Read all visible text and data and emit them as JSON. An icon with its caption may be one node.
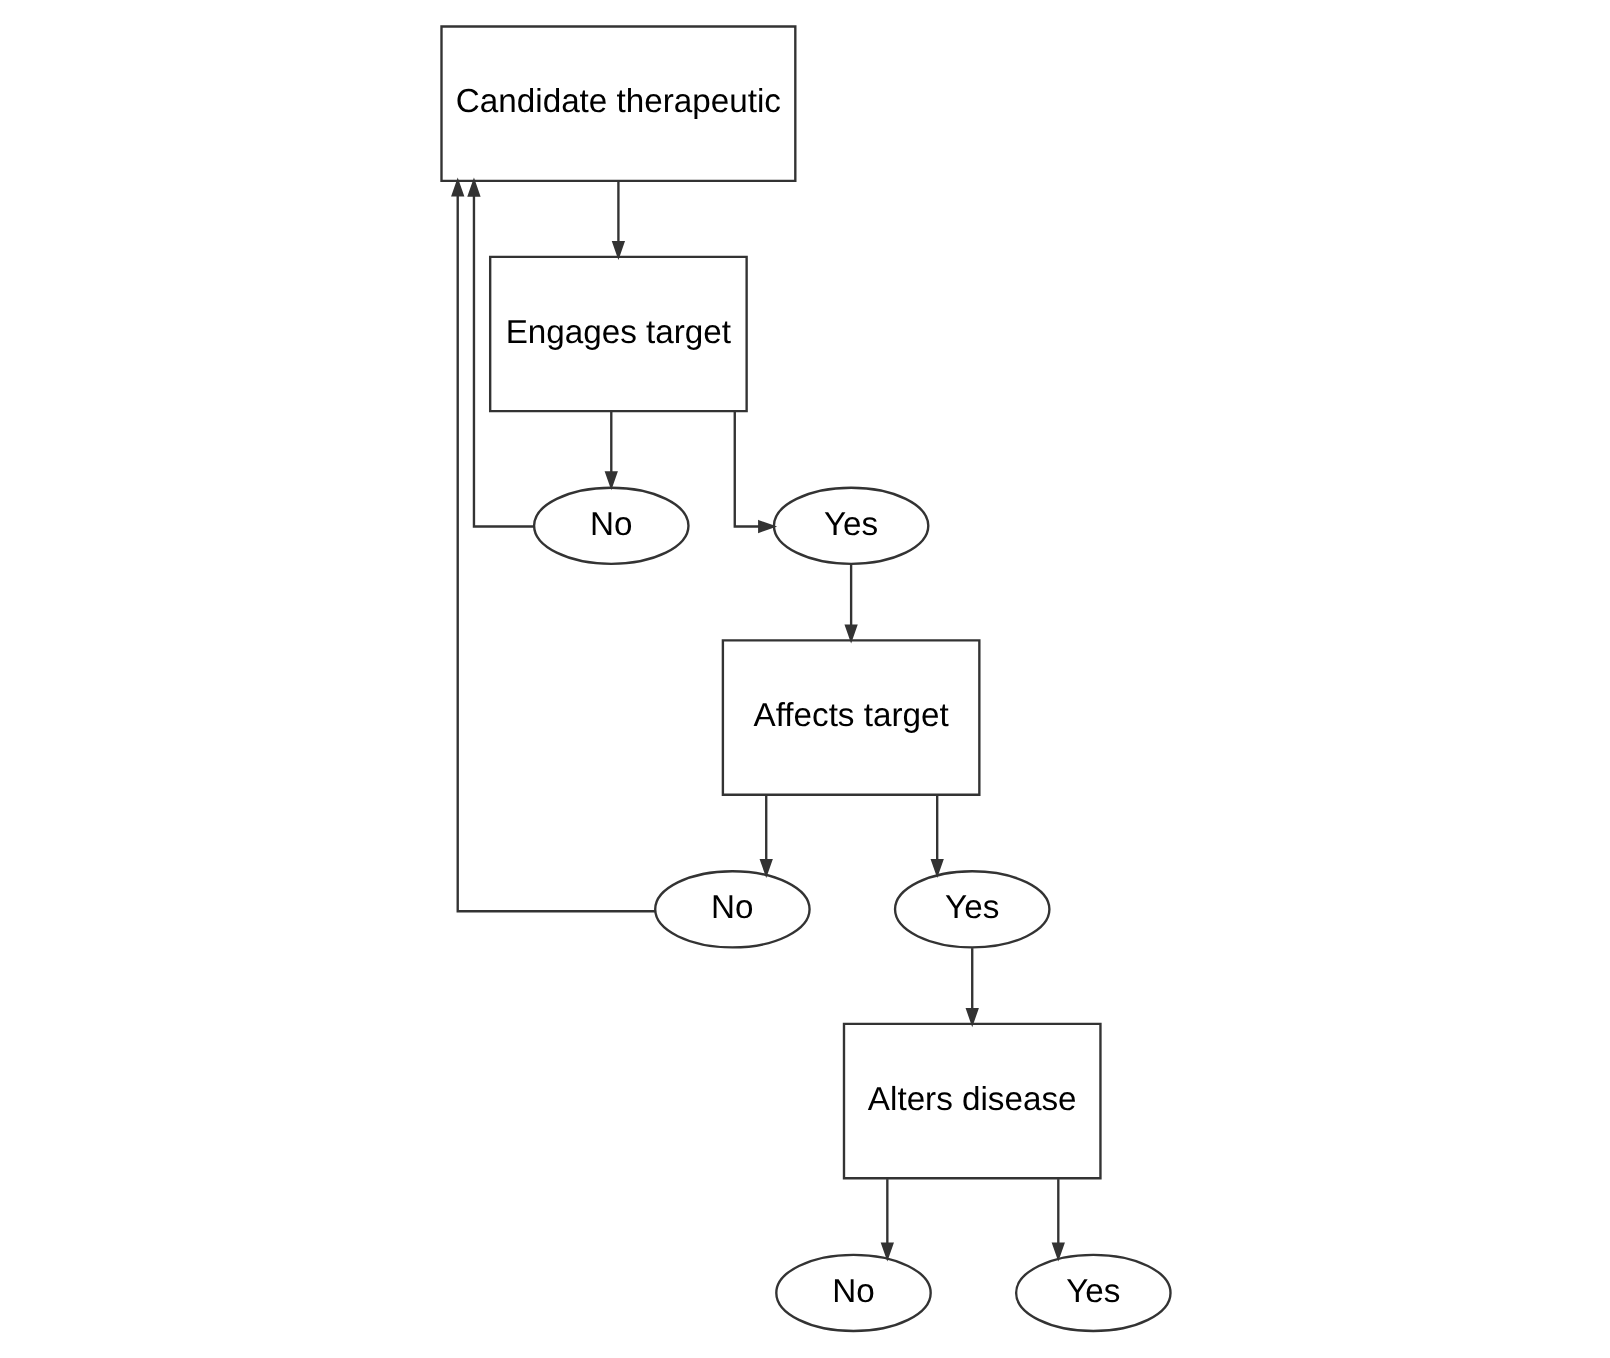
{
  "diagram": {
    "nodes": [
      {
        "text": [
          "Candidate therapeutic"
        ]
      },
      {
        "text": [
          "No"
        ]
      },
      {
        "text": [
          "Engages target"
        ]
      },
      {
        "text": [
          "Yes"
        ]
      },
      {
        "text": [
          "No"
        ]
      },
      {
        "text": [
          "Affects target"
        ]
      },
      {
        "text": [
          "Yes"
        ]
      },
      {
        "text": [
          "No"
        ]
      },
      {
        "text": [
          "Alters disease"
        ]
      },
      {
        "text": [
          "Yes"
        ]
      }
    ],
    "edges": [
      {
        "from": 0,
        "to": 2,
        "arrow": "to"
      },
      {
        "from": 2,
        "to": 1,
        "arrow": "to"
      },
      {
        "from": 1,
        "to": 0,
        "arrow": "to"
      },
      {
        "from": 2,
        "to": 3,
        "arrow": "to"
      },
      {
        "from": 3,
        "to": 5,
        "arrow": "to"
      },
      {
        "from": 5,
        "to": 4,
        "arrow": "to"
      },
      {
        "from": 4,
        "to": 0,
        "arrow": "to"
      },
      {
        "from": 5,
        "to": 6,
        "arrow": "to"
      },
      {
        "from": 6,
        "to": 8,
        "arrow": "to"
      },
      {
        "from": 8,
        "to": 7,
        "arrow": "to"
      },
      {
        "from": 8,
        "to": 9,
        "arrow": "to"
      }
    ]
  }
}
